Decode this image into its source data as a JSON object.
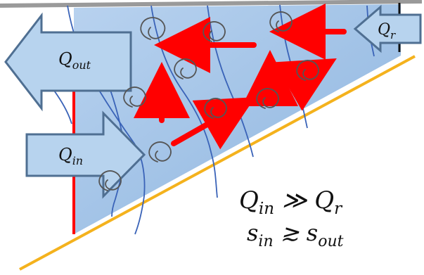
{
  "diagram": {
    "labels": {
      "q_out": {
        "main": "Q",
        "sub": "out"
      },
      "q_in": {
        "main": "Q",
        "sub": "in"
      },
      "q_r": {
        "main": "Q",
        "sub": "r"
      }
    },
    "equations": {
      "line1": {
        "lhs": "Q",
        "lhs_sub": "in",
        "op": "≫",
        "rhs": "Q",
        "rhs_sub": "r"
      },
      "line2": {
        "lhs": "s",
        "lhs_sub": "in",
        "op": "≳",
        "rhs": "s",
        "rhs_sub": "out"
      }
    },
    "colors": {
      "estuary_fill": "#9cc0e6",
      "estuary_fill_light": "#b7d2ef",
      "big_arrow_fill": "#b7d3ee",
      "big_arrow_stroke": "#4f6f92",
      "red_line": "#ff0000",
      "gold_line": "#f4b21d",
      "gray_line": "#9a9a9a",
      "flow_arrow": "#ff0000",
      "eddy_stroke": "#555555",
      "contour_stroke": "#3a63b8"
    },
    "icons": {
      "eddy": "spiral-icon",
      "flow": "arrow-icon"
    }
  }
}
